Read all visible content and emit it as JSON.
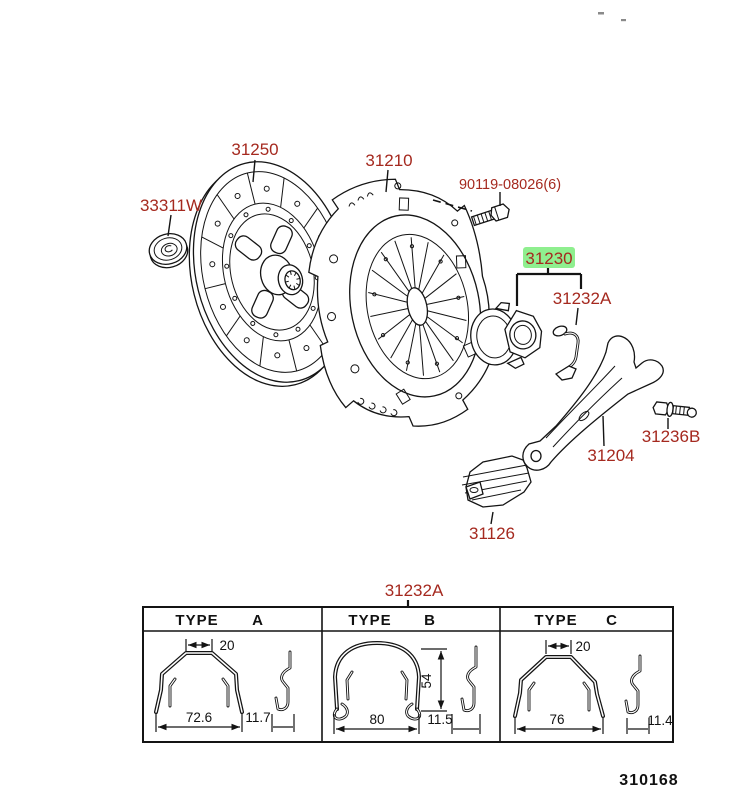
{
  "page": {
    "figure_number": "310168"
  },
  "parts": {
    "p33311w": "33311W",
    "p31250": "31250",
    "p31210": "31210",
    "p90119": "90119-08026(6)",
    "p31230": "31230",
    "p31232a": "31232A",
    "p31236b": "31236B",
    "p31204": "31204",
    "p31126": "31126",
    "p31232a_table": "31232A"
  },
  "highlight": {
    "part": "31230",
    "color": "#8fef8f"
  },
  "colors": {
    "label_red": "#a5291f",
    "line": "#141414"
  },
  "table": {
    "header_word": "TYPE",
    "columns": [
      {
        "letter": "A",
        "top_width": "20",
        "bottom_width": "72.6",
        "side_width": "11.7"
      },
      {
        "letter": "B",
        "arch_height": "54",
        "bottom_width": "80",
        "side_width": "11.5"
      },
      {
        "letter": "C",
        "top_width": "20",
        "bottom_width": "76",
        "side_width": "11.4"
      }
    ]
  }
}
